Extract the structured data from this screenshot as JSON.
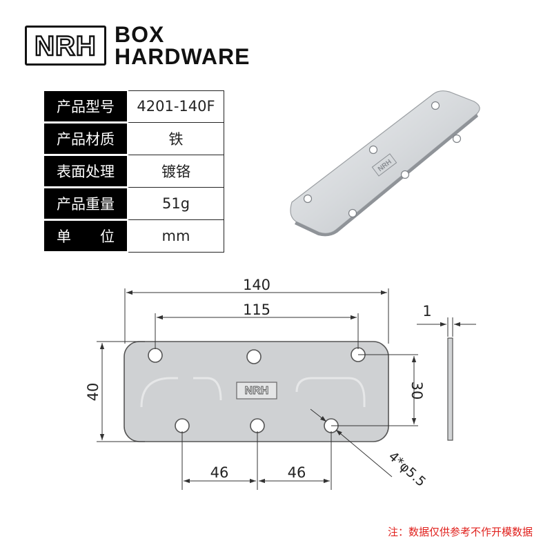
{
  "brand": {
    "logo_text": "NRH",
    "name_line1": "BOX",
    "name_line2": "HARDWARE"
  },
  "specs": [
    {
      "label": "产品型号",
      "value": "4201-140F"
    },
    {
      "label": "产品材质",
      "value": "铁"
    },
    {
      "label": "表面处理",
      "value": "镀铬"
    },
    {
      "label": "产品重量",
      "value": "51g"
    },
    {
      "label": "单　　位",
      "value": "mm"
    }
  ],
  "photo": {
    "stamp_text": "NRH"
  },
  "drawing": {
    "overall_length": "140",
    "hole_span": "115",
    "height": "40",
    "hole_vertical_pitch": "30",
    "thickness": "1",
    "bottom_pitch_left": "46",
    "bottom_pitch_right": "46",
    "hole_callout": "4*φ5.5",
    "stamp_text": "NRH"
  },
  "note": "注：数据仅供参考不作开模数据",
  "colors": {
    "plate_fill": "#cfd1d3",
    "outline": "#555555",
    "note_red": "#e0201c"
  }
}
